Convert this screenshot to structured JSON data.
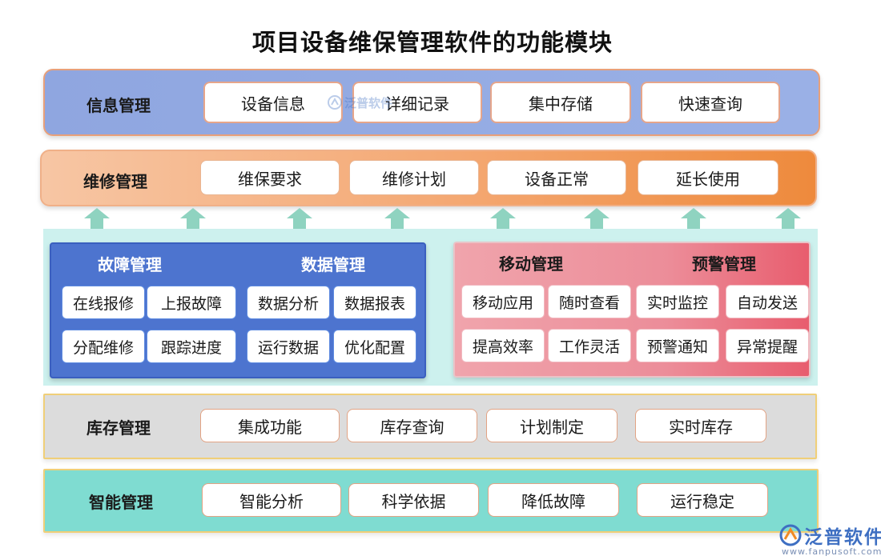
{
  "title": "项目设备维保管理软件的功能模块",
  "info": {
    "label": "信息管理",
    "items": [
      "设备信息",
      "详细记录",
      "集中存储",
      "快速查询"
    ]
  },
  "repair": {
    "label": "维修管理",
    "items": [
      "维保要求",
      "维修计划",
      "设备正常",
      "延长使用"
    ]
  },
  "fault": {
    "label": "故障管理",
    "items": [
      "在线报修",
      "上报故障",
      "分配维修",
      "跟踪进度"
    ]
  },
  "data_mgmt": {
    "label": "数据管理",
    "items": [
      "数据分析",
      "数据报表",
      "运行数据",
      "优化配置"
    ]
  },
  "mobile": {
    "label": "移动管理",
    "items": [
      "移动应用",
      "随时查看",
      "提高效率",
      "工作灵活"
    ]
  },
  "alert": {
    "label": "预警管理",
    "items": [
      "实时监控",
      "自动发送",
      "预警通知",
      "异常提醒"
    ]
  },
  "stock": {
    "label": "库存管理",
    "items": [
      "集成功能",
      "库存查询",
      "计划制定",
      "实时库存"
    ]
  },
  "smart": {
    "label": "智能管理",
    "items": [
      "智能分析",
      "科学依据",
      "降低故障",
      "运行稳定"
    ]
  },
  "logo": {
    "name": "泛普软件",
    "url": "www.fanpusoft.com"
  },
  "watermark": {
    "text": "泛普软件"
  },
  "colors": {
    "info_band": "#8fa6e0",
    "repair_band": "#f4a771",
    "fault_panel": "#4d74cf",
    "mobile_panel": "#ec8d99",
    "stock_band": "#dcdcdc",
    "smart_band": "#7fdcd1",
    "arrow": "#8fd3c0"
  }
}
